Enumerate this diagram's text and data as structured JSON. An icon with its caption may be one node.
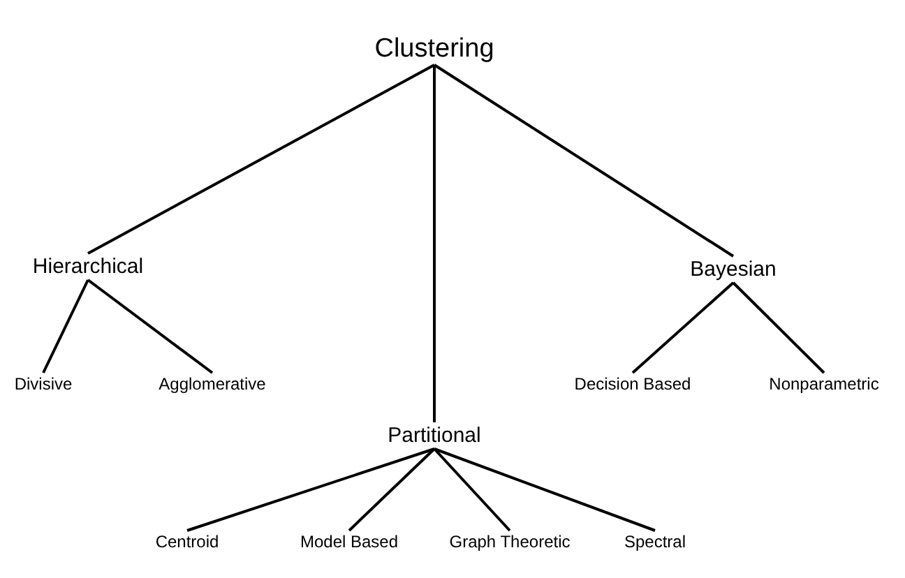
{
  "diagram": {
    "nodes": [
      {
        "text": [
          "Clustering"
        ]
      },
      {
        "text": [
          "Hierarchical"
        ]
      },
      {
        "text": [
          "Partitional"
        ]
      },
      {
        "text": [
          "Bayesian"
        ]
      },
      {
        "text": [
          "Divisive"
        ]
      },
      {
        "text": [
          "Agglomerative"
        ]
      },
      {
        "text": [
          "Decision Based"
        ]
      },
      {
        "text": [
          "Nonparametric"
        ]
      },
      {
        "text": [
          "Centroid"
        ]
      },
      {
        "text": [
          "Model Based"
        ]
      },
      {
        "text": [
          "Graph Theoretic"
        ]
      },
      {
        "text": [
          "Spectral"
        ]
      }
    ],
    "edges": [
      {
        "from": 0,
        "to": 1,
        "arrow": "none"
      },
      {
        "from": 0,
        "to": 2,
        "arrow": "none"
      },
      {
        "from": 0,
        "to": 3,
        "arrow": "none"
      },
      {
        "from": 1,
        "to": 4,
        "arrow": "none"
      },
      {
        "from": 1,
        "to": 5,
        "arrow": "none"
      },
      {
        "from": 3,
        "to": 6,
        "arrow": "none"
      },
      {
        "from": 3,
        "to": 7,
        "arrow": "none"
      },
      {
        "from": 2,
        "to": 8,
        "arrow": "none"
      },
      {
        "from": 2,
        "to": 9,
        "arrow": "none"
      },
      {
        "from": 2,
        "to": 10,
        "arrow": "none"
      },
      {
        "from": 2,
        "to": 11,
        "arrow": "none"
      }
    ]
  }
}
